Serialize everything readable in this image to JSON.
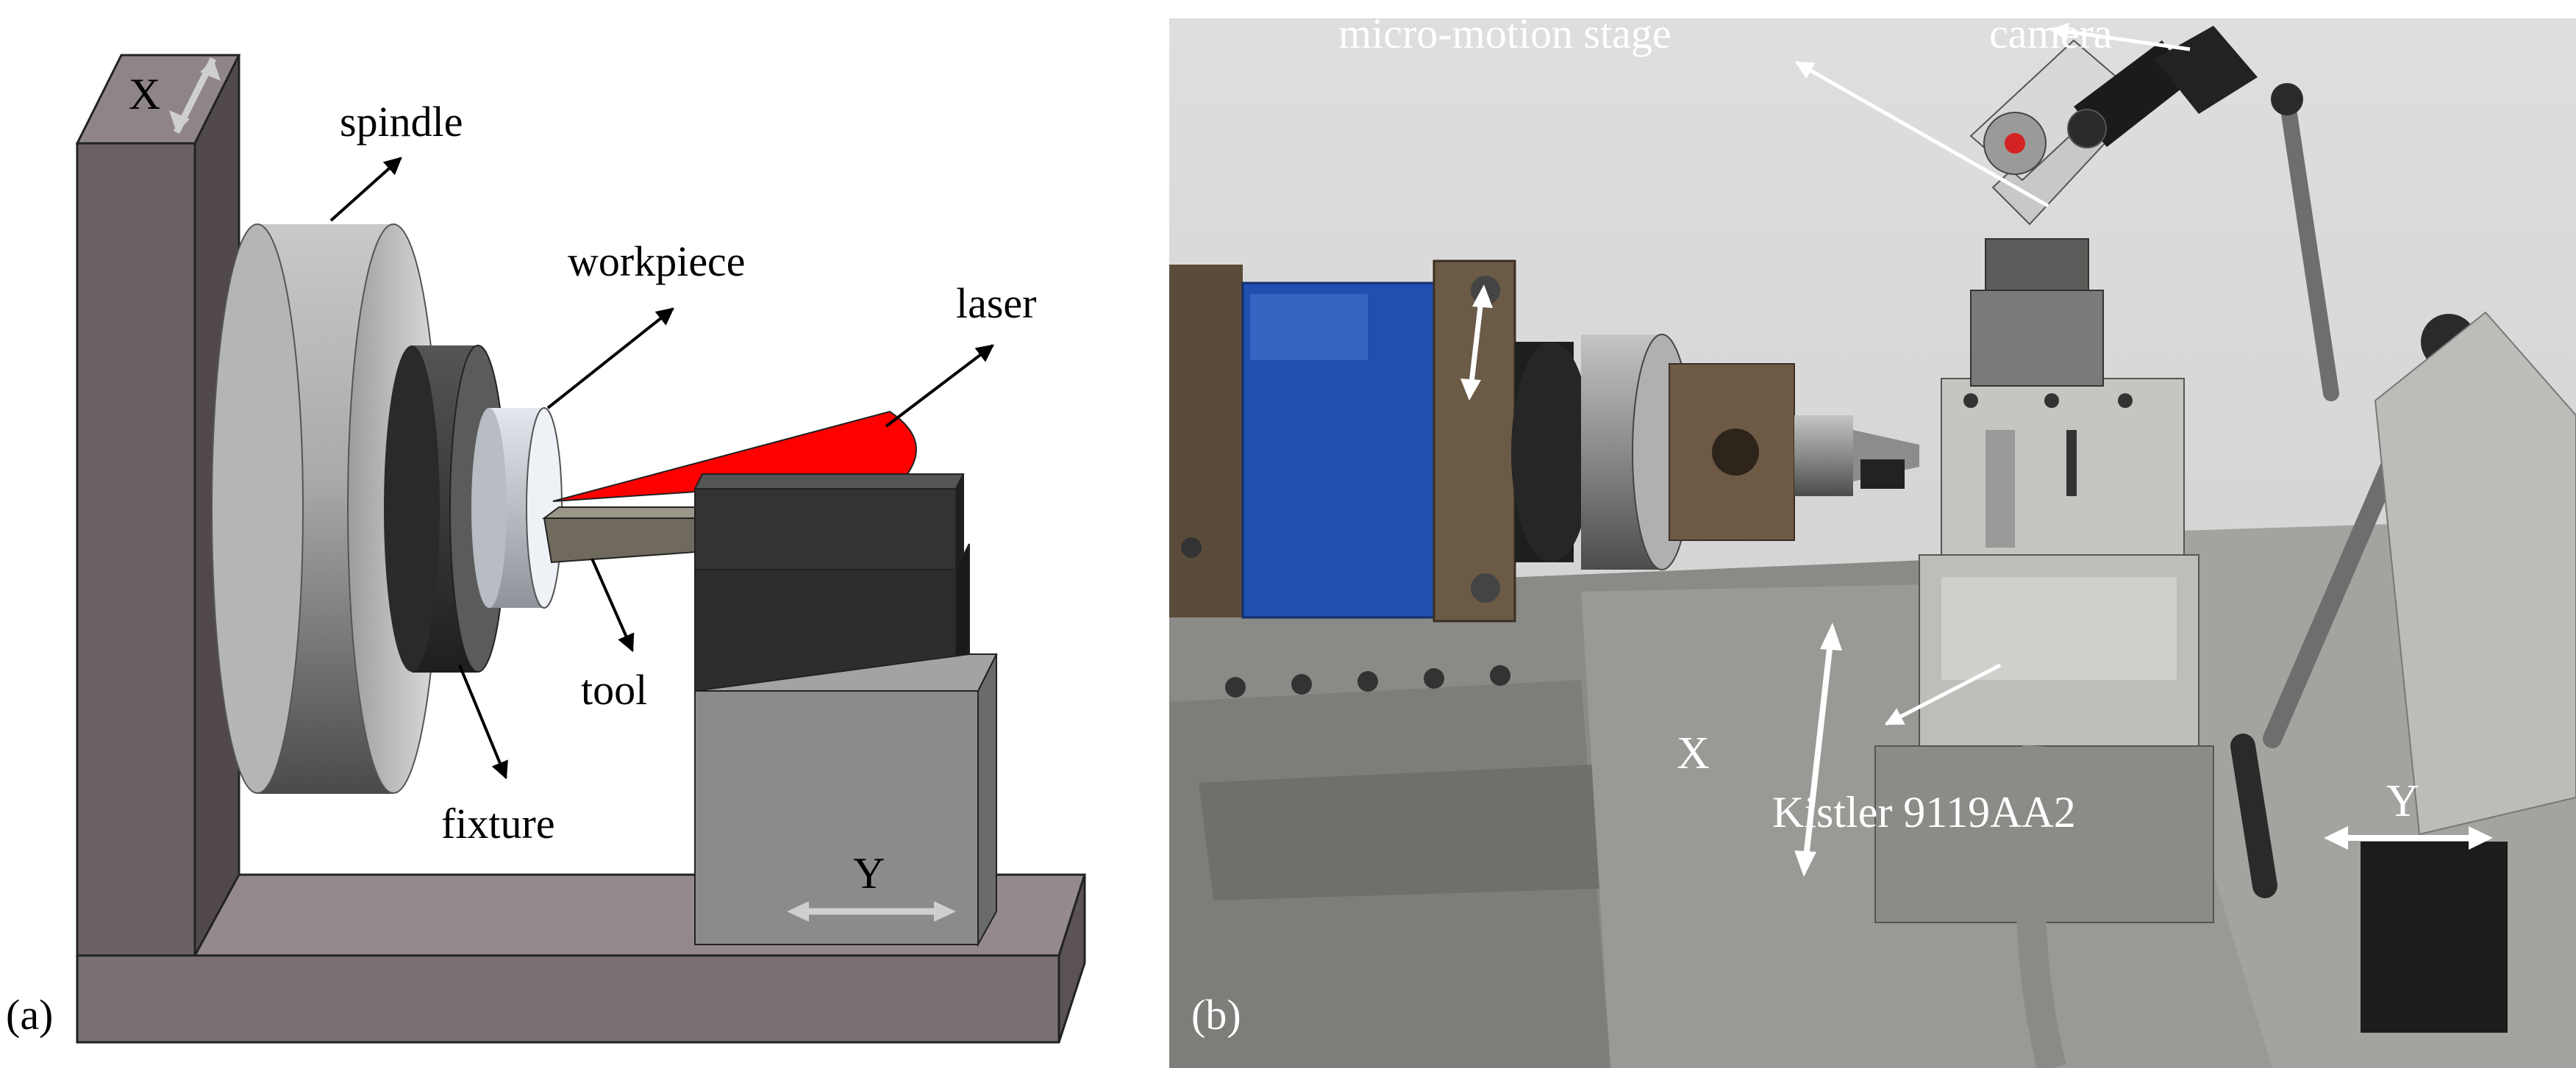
{
  "panel_a": {
    "tag": "(a)",
    "labels": {
      "x_axis": "X",
      "spindle": "spindle",
      "workpiece": "workpiece",
      "laser": "laser",
      "tool": "tool",
      "fixture": "fixture",
      "y_axis": "Y"
    }
  },
  "panel_b": {
    "tag": "(b)",
    "labels": {
      "micro_stage": "micro-motion stage",
      "camera": "camera",
      "x_axis": "X",
      "dynamometer": "Kistler 9119AA2",
      "y_axis": "Y"
    }
  },
  "colors": {
    "frame": "#6b6162",
    "laser": "#ff0000",
    "blue_housing": "#1f4fb0",
    "axis_arrow": "#cfcfcf"
  }
}
